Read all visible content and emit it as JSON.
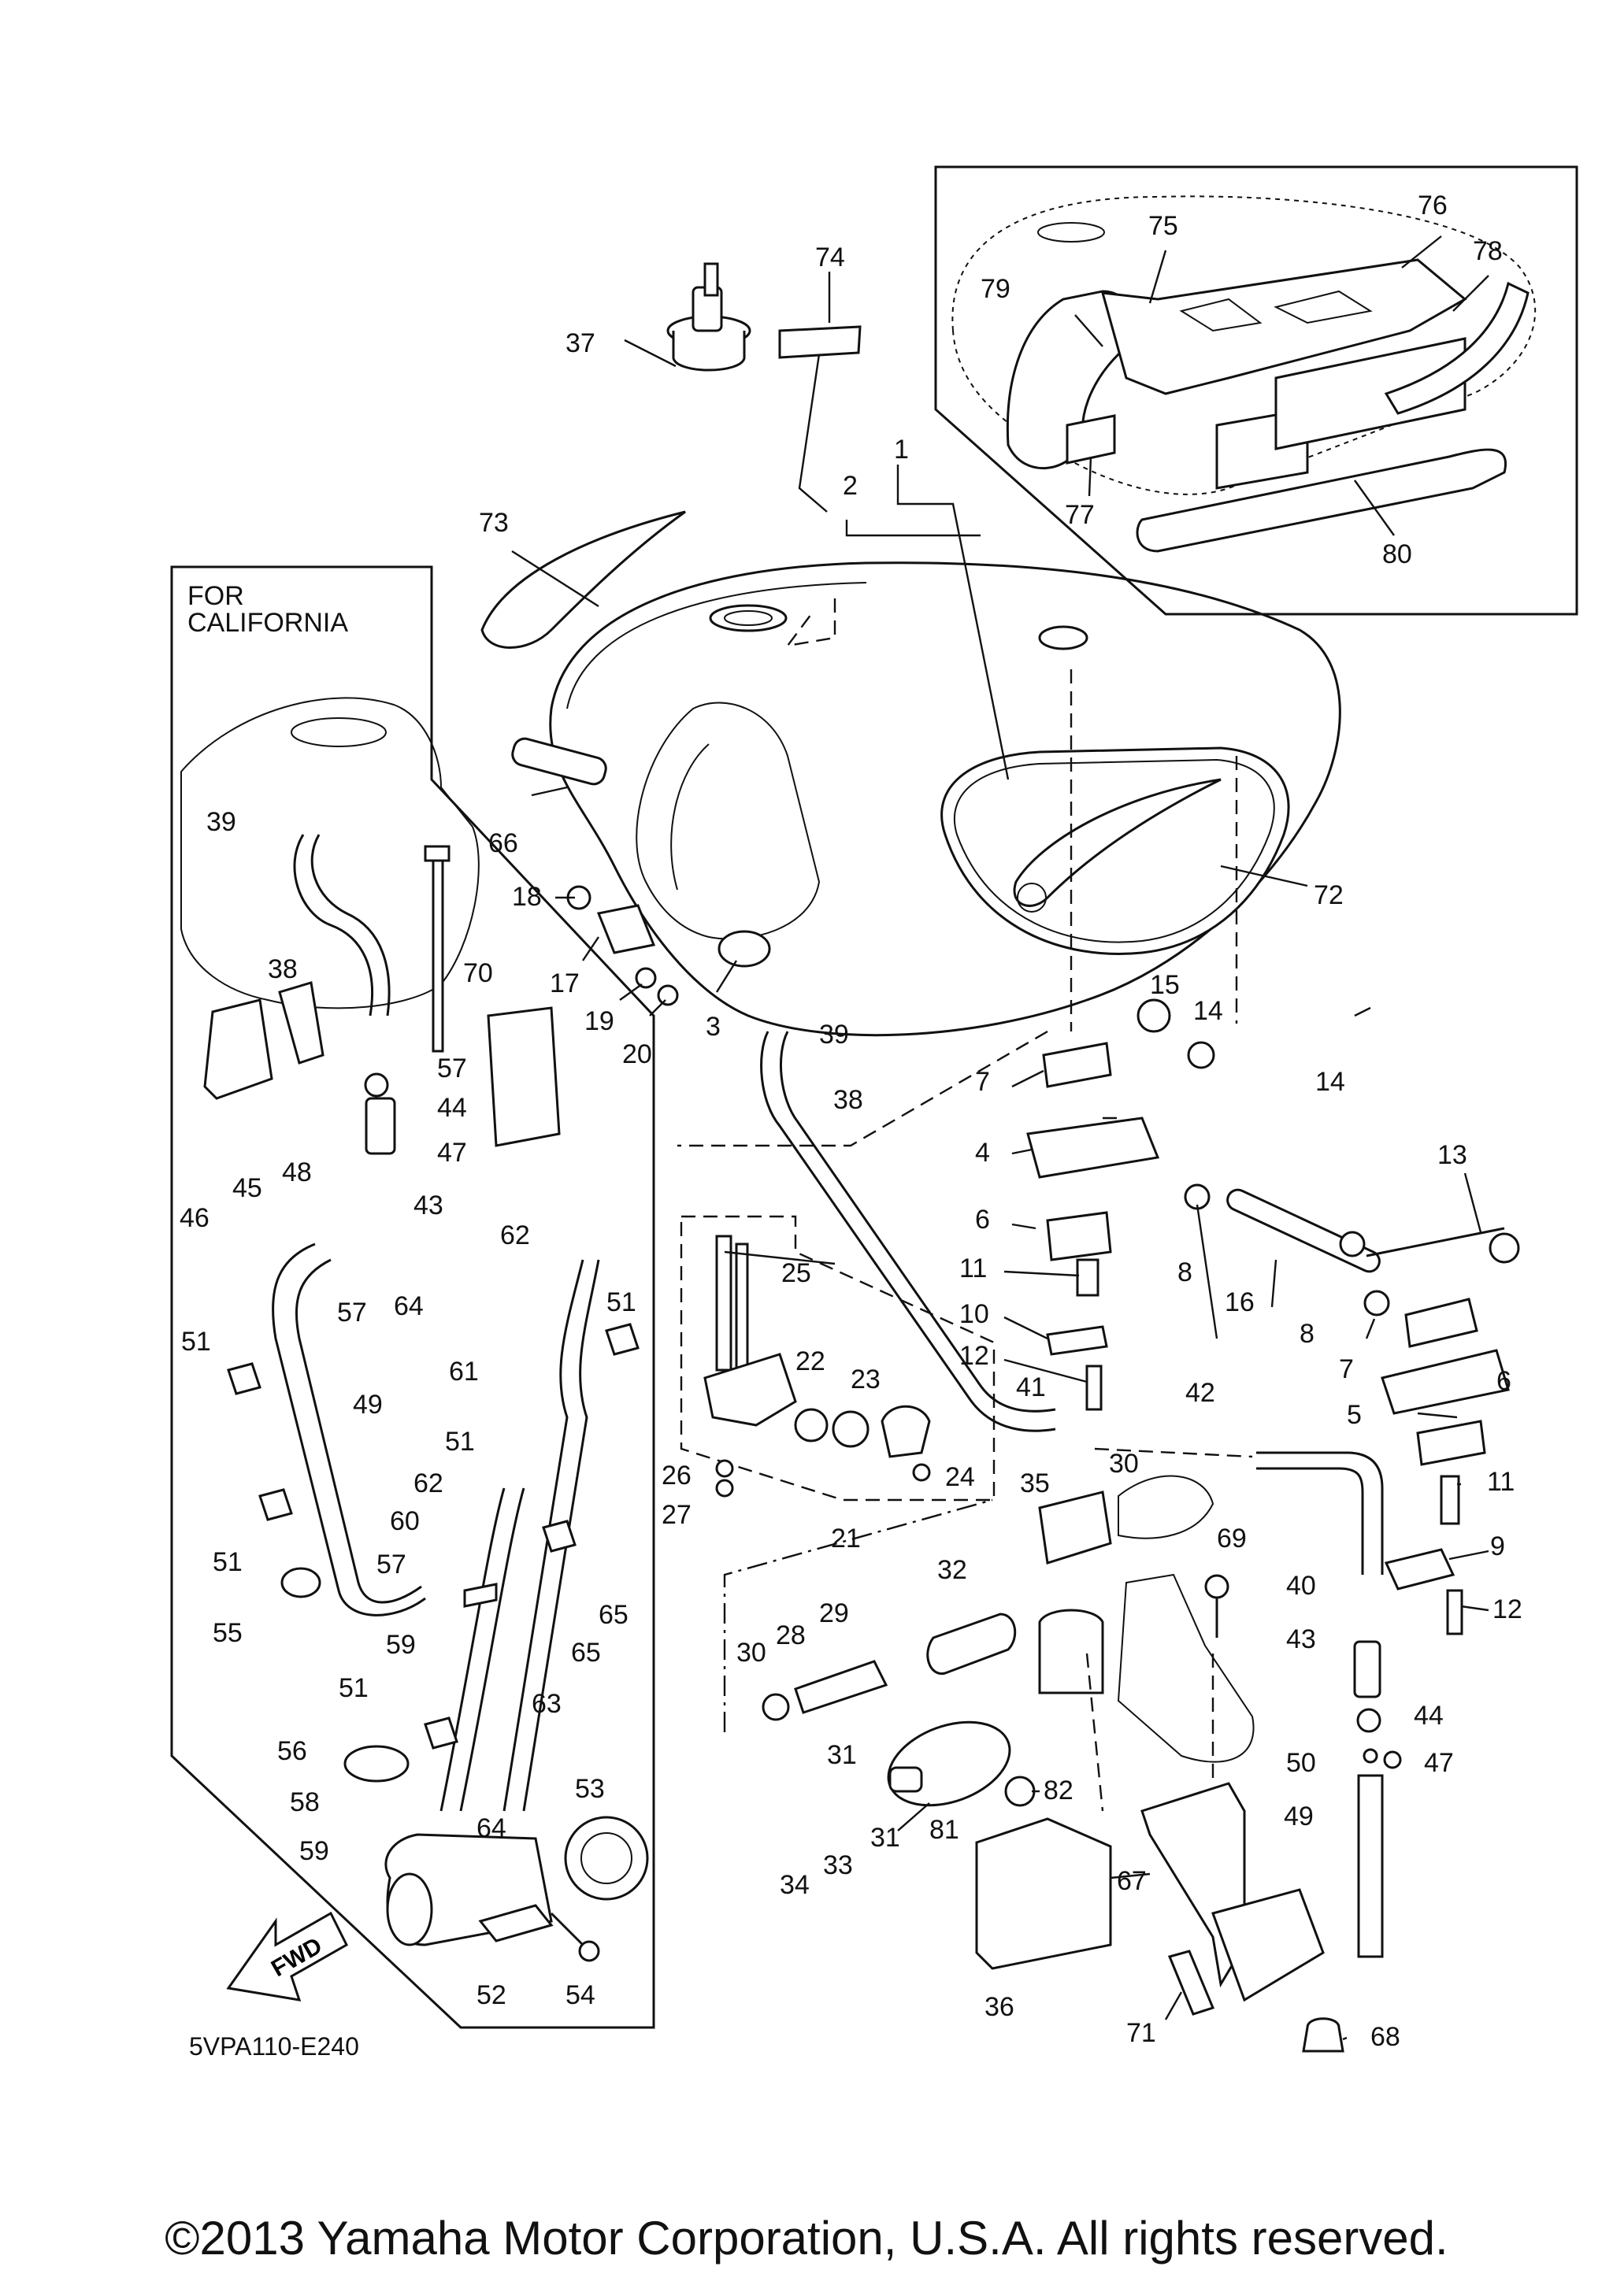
{
  "diagram": {
    "code": "5VPA110-E240",
    "california_title_line1": "FOR",
    "california_title_line2": "CALIFORNIA",
    "fwd_label": "FWD",
    "copyright": "©2013 Yamaha Motor Corporation, U.S.A. All rights reserved."
  },
  "callouts": [
    {
      "id": "p1",
      "text": "1"
    },
    {
      "id": "p2",
      "text": "2"
    },
    {
      "id": "p3",
      "text": "3"
    },
    {
      "id": "p4",
      "text": "4"
    },
    {
      "id": "p5",
      "text": "5"
    },
    {
      "id": "p6a",
      "text": "6"
    },
    {
      "id": "p6b",
      "text": "6"
    },
    {
      "id": "p7a",
      "text": "7"
    },
    {
      "id": "p7b",
      "text": "7"
    },
    {
      "id": "p8a",
      "text": "8"
    },
    {
      "id": "p8b",
      "text": "8"
    },
    {
      "id": "p9",
      "text": "9"
    },
    {
      "id": "p10",
      "text": "10"
    },
    {
      "id": "p11a",
      "text": "11"
    },
    {
      "id": "p11b",
      "text": "11"
    },
    {
      "id": "p12a",
      "text": "12"
    },
    {
      "id": "p12b",
      "text": "12"
    },
    {
      "id": "p13",
      "text": "13"
    },
    {
      "id": "p14a",
      "text": "14"
    },
    {
      "id": "p14b",
      "text": "14"
    },
    {
      "id": "p15",
      "text": "15"
    },
    {
      "id": "p16",
      "text": "16"
    },
    {
      "id": "p17",
      "text": "17"
    },
    {
      "id": "p18",
      "text": "18"
    },
    {
      "id": "p19",
      "text": "19"
    },
    {
      "id": "p20",
      "text": "20"
    },
    {
      "id": "p21",
      "text": "21"
    },
    {
      "id": "p22",
      "text": "22"
    },
    {
      "id": "p23",
      "text": "23"
    },
    {
      "id": "p24",
      "text": "24"
    },
    {
      "id": "p25",
      "text": "25"
    },
    {
      "id": "p26",
      "text": "26"
    },
    {
      "id": "p27",
      "text": "27"
    },
    {
      "id": "p28",
      "text": "28"
    },
    {
      "id": "p29",
      "text": "29"
    },
    {
      "id": "p30a",
      "text": "30"
    },
    {
      "id": "p30b",
      "text": "30"
    },
    {
      "id": "p31a",
      "text": "31"
    },
    {
      "id": "p31b",
      "text": "31"
    },
    {
      "id": "p32",
      "text": "32"
    },
    {
      "id": "p33",
      "text": "33"
    },
    {
      "id": "p34",
      "text": "34"
    },
    {
      "id": "p35",
      "text": "35"
    },
    {
      "id": "p36",
      "text": "36"
    },
    {
      "id": "p37",
      "text": "37"
    },
    {
      "id": "p38a",
      "text": "38"
    },
    {
      "id": "p38b",
      "text": "38"
    },
    {
      "id": "p39a",
      "text": "39"
    },
    {
      "id": "p39b",
      "text": "39"
    },
    {
      "id": "p40",
      "text": "40"
    },
    {
      "id": "p41",
      "text": "41"
    },
    {
      "id": "p42",
      "text": "42"
    },
    {
      "id": "p43a",
      "text": "43"
    },
    {
      "id": "p43b",
      "text": "43"
    },
    {
      "id": "p44a",
      "text": "44"
    },
    {
      "id": "p44b",
      "text": "44"
    },
    {
      "id": "p45",
      "text": "45"
    },
    {
      "id": "p46",
      "text": "46"
    },
    {
      "id": "p47a",
      "text": "47"
    },
    {
      "id": "p47b",
      "text": "47"
    },
    {
      "id": "p48",
      "text": "48"
    },
    {
      "id": "p49a",
      "text": "49"
    },
    {
      "id": "p49b",
      "text": "49"
    },
    {
      "id": "p50",
      "text": "50"
    },
    {
      "id": "p51a",
      "text": "51"
    },
    {
      "id": "p51b",
      "text": "51"
    },
    {
      "id": "p51c",
      "text": "51"
    },
    {
      "id": "p51d",
      "text": "51"
    },
    {
      "id": "p51e",
      "text": "51"
    },
    {
      "id": "p52",
      "text": "52"
    },
    {
      "id": "p53",
      "text": "53"
    },
    {
      "id": "p54",
      "text": "54"
    },
    {
      "id": "p55",
      "text": "55"
    },
    {
      "id": "p56",
      "text": "56"
    },
    {
      "id": "p57a",
      "text": "57"
    },
    {
      "id": "p57b",
      "text": "57"
    },
    {
      "id": "p57c",
      "text": "57"
    },
    {
      "id": "p58",
      "text": "58"
    },
    {
      "id": "p59a",
      "text": "59"
    },
    {
      "id": "p59b",
      "text": "59"
    },
    {
      "id": "p60",
      "text": "60"
    },
    {
      "id": "p61",
      "text": "61"
    },
    {
      "id": "p62a",
      "text": "62"
    },
    {
      "id": "p62b",
      "text": "62"
    },
    {
      "id": "p63",
      "text": "63"
    },
    {
      "id": "p64a",
      "text": "64"
    },
    {
      "id": "p64b",
      "text": "64"
    },
    {
      "id": "p65a",
      "text": "65"
    },
    {
      "id": "p65b",
      "text": "65"
    },
    {
      "id": "p66",
      "text": "66"
    },
    {
      "id": "p67",
      "text": "67"
    },
    {
      "id": "p68",
      "text": "68"
    },
    {
      "id": "p69",
      "text": "69"
    },
    {
      "id": "p70",
      "text": "70"
    },
    {
      "id": "p71",
      "text": "71"
    },
    {
      "id": "p72",
      "text": "72"
    },
    {
      "id": "p73",
      "text": "73"
    },
    {
      "id": "p74",
      "text": "74"
    },
    {
      "id": "p75",
      "text": "75"
    },
    {
      "id": "p76",
      "text": "76"
    },
    {
      "id": "p77",
      "text": "77"
    },
    {
      "id": "p78",
      "text": "78"
    },
    {
      "id": "p79",
      "text": "79"
    },
    {
      "id": "p80",
      "text": "80"
    },
    {
      "id": "p81",
      "text": "81"
    },
    {
      "id": "p82",
      "text": "82"
    }
  ]
}
